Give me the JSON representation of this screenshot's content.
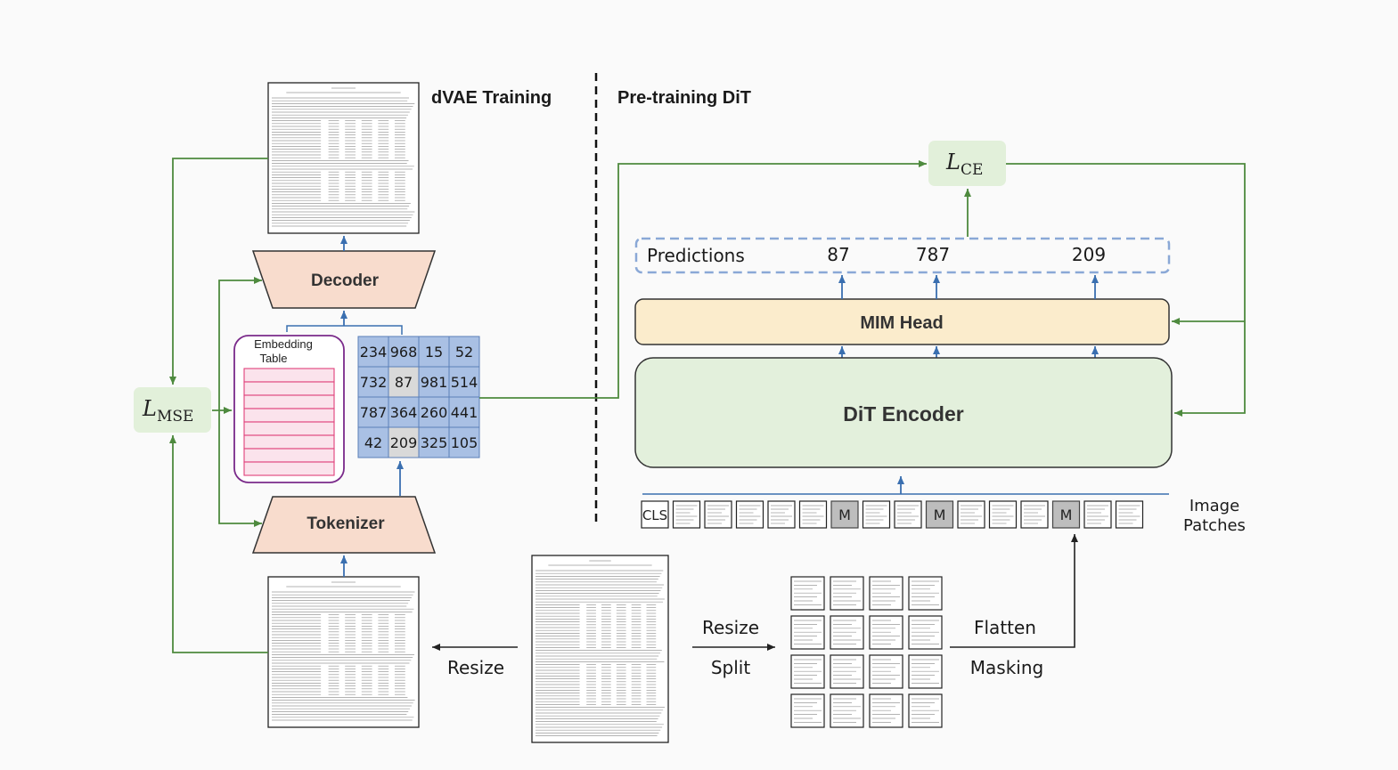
{
  "headings": {
    "dvae": "dVAE Training",
    "pretrain": "Pre-training DiT"
  },
  "loss": {
    "mse_main": "L",
    "mse_sub": "MSE",
    "ce_main": "L",
    "ce_sub": "CE"
  },
  "blocks": {
    "decoder": "Decoder",
    "tokenizer": "Tokenizer",
    "mim_head": "MIM Head",
    "dit_encoder": "DiT Encoder"
  },
  "embedding_table": {
    "line1": "Embedding",
    "line2": "Table"
  },
  "token_grid": [
    [
      "234",
      "968",
      "15",
      "52"
    ],
    [
      "732",
      "87",
      "981",
      "514"
    ],
    [
      "787",
      "364",
      "260",
      "441"
    ],
    [
      "42",
      "209",
      "325",
      "105"
    ]
  ],
  "predictions": {
    "label": "Predictions",
    "values": [
      "87",
      "787",
      "209"
    ]
  },
  "patches": {
    "cls": "CLS",
    "mask": "M",
    "label_line1": "Image",
    "label_line2": "Patches"
  },
  "steps": {
    "resize_left": "Resize",
    "resize": "Resize",
    "split": "Split",
    "flatten": "Flatten",
    "masking": "Masking"
  },
  "colors": {
    "loss_fill": "#e2f0da",
    "trapezoid_fill": "#f8dccd",
    "mim_fill": "#fbeccc",
    "dit_fill": "#e3f0dc",
    "grid_fill": "#a9c0e4",
    "grid_gray": "#d9d9d9",
    "embedding_border": "#7a2a8a",
    "embedding_rows": "#e0407a",
    "green_arrow": "#4e8a3e",
    "blue_arrow": "#3a6fb0"
  }
}
